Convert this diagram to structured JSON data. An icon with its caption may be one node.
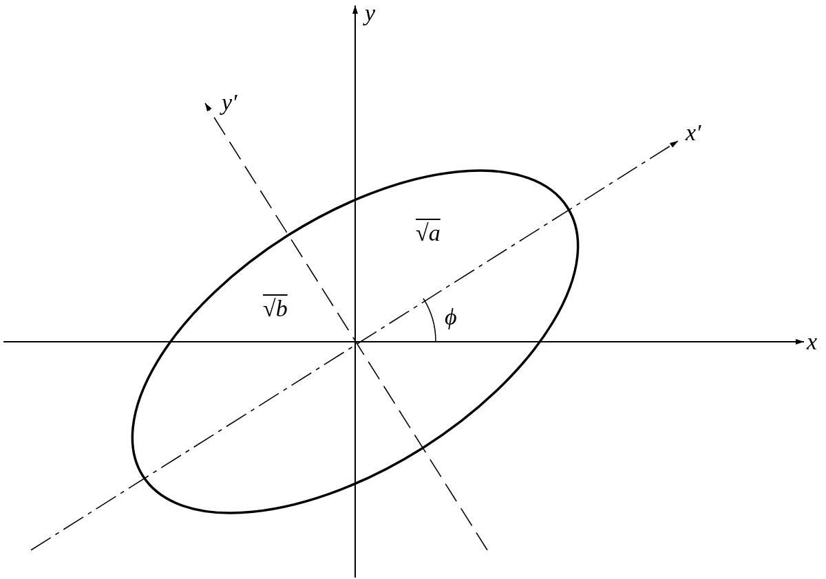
{
  "diagram": {
    "labels": [
      "y",
      "y′",
      "x′",
      "√a",
      "√b",
      "ϕ",
      "x"
    ]
  }
}
